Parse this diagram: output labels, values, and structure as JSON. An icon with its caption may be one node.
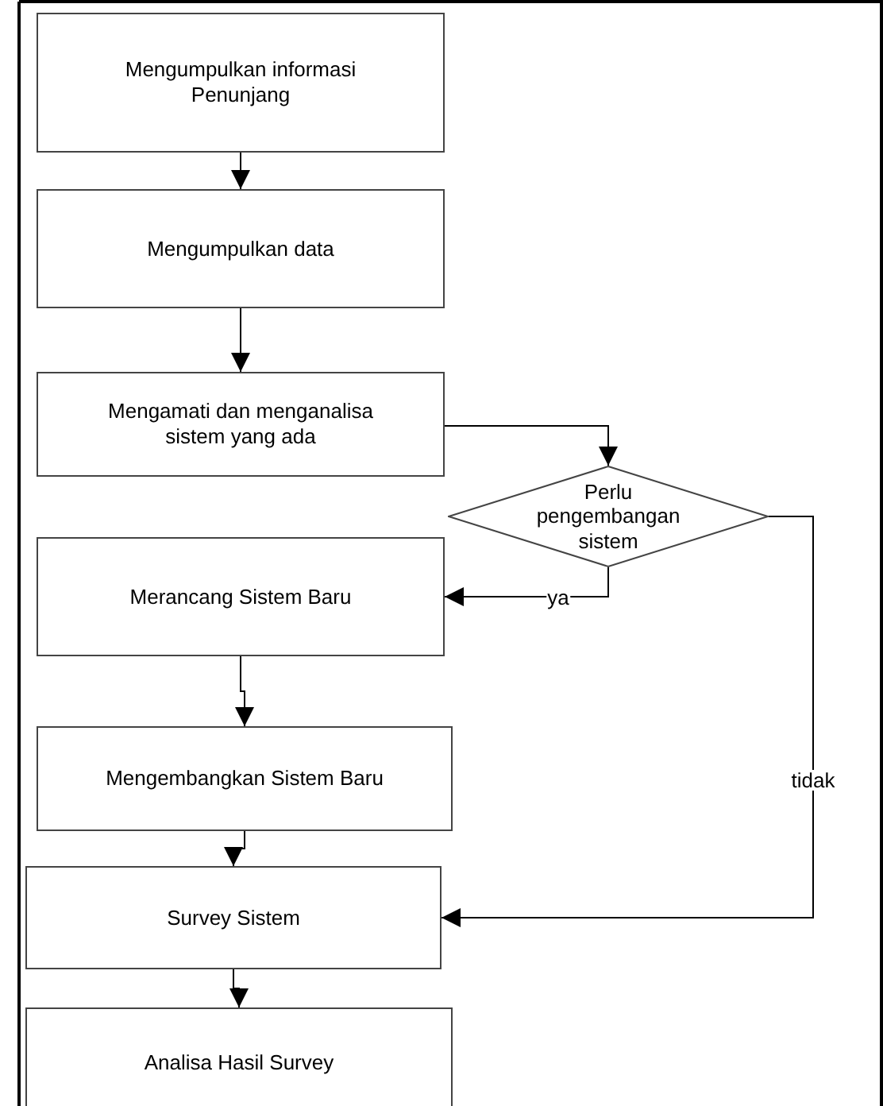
{
  "diagram": {
    "nodes": [
      {
        "text": [
          "Mengumpulkan informasi Penunjang"
        ]
      },
      {
        "text": [
          "Mengumpulkan data"
        ]
      },
      {
        "text": [
          "Mengamati dan menganalisa sistem yang ada"
        ]
      },
      {
        "text": [
          "Perlu pengembangan sistem"
        ]
      },
      {
        "text": [
          "Merancang Sistem Baru"
        ]
      },
      {
        "text": [
          "Mengembangkan Sistem Baru"
        ]
      },
      {
        "text": [
          "Survey Sistem"
        ]
      },
      {
        "text": [
          "Analisa Hasil Survey"
        ]
      }
    ],
    "edges": [
      {
        "from": 0,
        "to": 1,
        "arrow": "to"
      },
      {
        "from": 1,
        "to": 2,
        "arrow": "to"
      },
      {
        "from": 2,
        "to": 3,
        "arrow": "to"
      },
      {
        "from": 3,
        "to": 4,
        "arrow": "to",
        "label": "ya"
      },
      {
        "from": 4,
        "to": 5,
        "arrow": "to"
      },
      {
        "from": 5,
        "to": 6,
        "arrow": "to"
      },
      {
        "from": 3,
        "to": 6,
        "arrow": "to",
        "label": "tidak"
      },
      {
        "from": 6,
        "to": 7,
        "arrow": "to"
      }
    ]
  }
}
